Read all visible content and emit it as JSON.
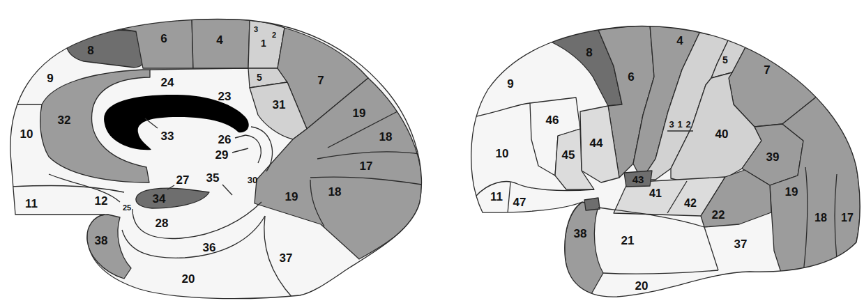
{
  "diagram": {
    "labels": [
      "6",
      "4",
      "3",
      "1",
      "2",
      "8",
      "9",
      "24",
      "5",
      "7",
      "31",
      "23",
      "19",
      "10",
      "32",
      "33",
      "26",
      "29",
      "18",
      "17",
      "35",
      "30",
      "27",
      "11",
      "12",
      "25",
      "34",
      "19",
      "18",
      "28",
      "38",
      "36",
      "37",
      "20",
      "8",
      "4",
      "6",
      "5",
      "7",
      "9",
      "46",
      "10",
      "3",
      "1",
      "2",
      "40",
      "44",
      "45",
      "39",
      "43",
      "41",
      "19",
      "11",
      "47",
      "42",
      "22",
      "37",
      "38",
      "21",
      "18",
      "17",
      "20"
    ]
  }
}
